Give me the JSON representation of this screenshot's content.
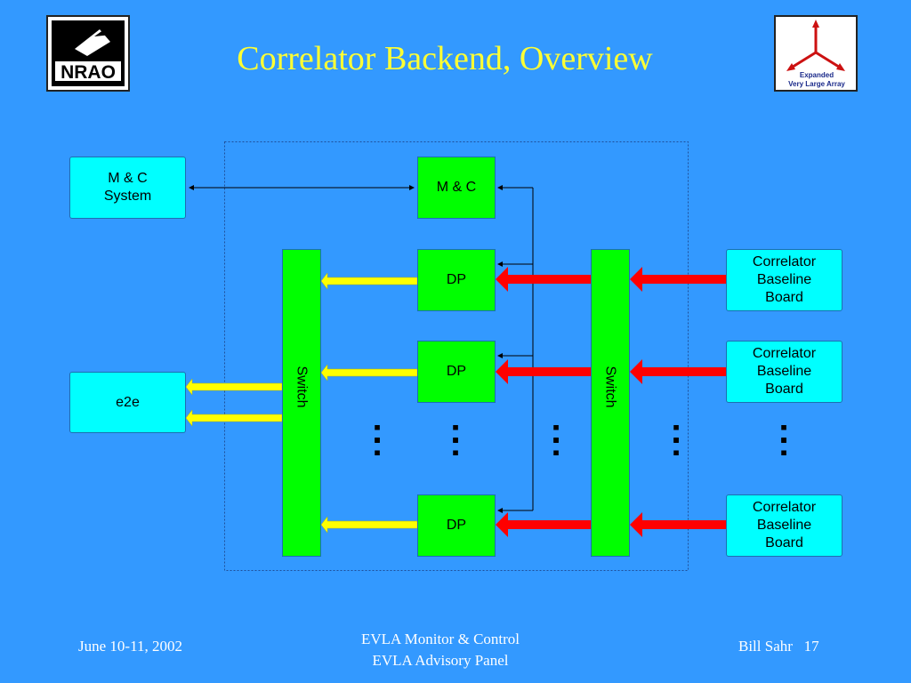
{
  "slide": {
    "title": "Correlator Backend, Overview",
    "footer": {
      "date": "June 10-11, 2002",
      "center_line1": "EVLA Monitor & Control",
      "center_line2": "EVLA Advisory Panel",
      "author": "Bill Sahr",
      "page": "17"
    }
  },
  "logos": {
    "left": {
      "name": "NRAO"
    },
    "right": {
      "line1": "Expanded",
      "line2": "Very Large Array"
    }
  },
  "nodes": {
    "mc_system": {
      "line1": "M & C",
      "line2": "System"
    },
    "mc": "M & C",
    "e2e": "e2e",
    "switch_left": "Switch",
    "switch_right": "Switch",
    "dp": [
      "DP",
      "DP",
      "DP"
    ],
    "cbb": [
      {
        "line1": "Correlator",
        "line2": "Baseline",
        "line3": "Board"
      },
      {
        "line1": "Correlator",
        "line2": "Baseline",
        "line3": "Board"
      },
      {
        "line1": "Correlator",
        "line2": "Baseline",
        "line3": "Board"
      }
    ],
    "ellipsis": ":"
  },
  "colors": {
    "background": "#3399ff",
    "title": "#ffff33",
    "module": "#00ff00",
    "external": "#00ffff",
    "arrow_red": "#ff0000",
    "arrow_yellow": "#ffff00"
  }
}
